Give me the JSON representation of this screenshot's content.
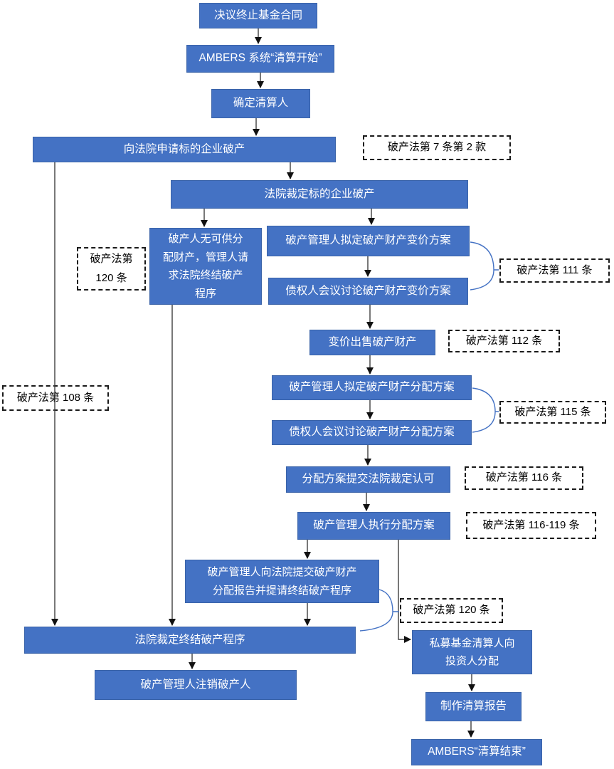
{
  "colors": {
    "node_fill": "#4472C4",
    "node_border": "#3a63a8",
    "node_text": "#ffffff",
    "ref_border": "#1a1a1a",
    "ref_text": "#000000",
    "connector": "#3f3f3f",
    "brace": "#4472C4",
    "background": "#ffffff"
  },
  "nodes": {
    "n1": {
      "label": "决议终止基金合同"
    },
    "n2": {
      "label": "AMBERS 系统“清算开始”"
    },
    "n3": {
      "label": "确定清算人"
    },
    "n4": {
      "label": "向法院申请标的企业破产"
    },
    "n5": {
      "label": "法院裁定标的企业破产"
    },
    "n6": {
      "label": "破产人无可供分\n配财产，管理人请\n求法院终结破产\n程序"
    },
    "n7": {
      "label": "破产管理人拟定破产财产变价方案"
    },
    "n8": {
      "label": "债权人会议讨论破产财产变价方案"
    },
    "n9": {
      "label": "变价出售破产财产"
    },
    "n10": {
      "label": "破产管理人拟定破产财产分配方案"
    },
    "n11": {
      "label": "债权人会议讨论破产财产分配方案"
    },
    "n12": {
      "label": "分配方案提交法院裁定认可"
    },
    "n13": {
      "label": "破产管理人执行分配方案"
    },
    "n14": {
      "label": "破产管理人向法院提交破产财产\n分配报告并提请终结破产程序"
    },
    "n15": {
      "label": "法院裁定终结破产程序"
    },
    "n16": {
      "label": "破产管理人注销破产人"
    },
    "n17": {
      "label": "私募基金清算人向\n投资人分配"
    },
    "n18": {
      "label": "制作清算报告"
    },
    "n19": {
      "label": "AMBERS“清算结束”"
    }
  },
  "refs": {
    "d1": {
      "label": "破产法第 7 条第 2 款"
    },
    "d2": {
      "label": "破产法第\n120 条"
    },
    "d3": {
      "label": "破产法第 111 条"
    },
    "d4": {
      "label": "破产法第 112 条"
    },
    "d5": {
      "label": "破产法第 115 条"
    },
    "d6": {
      "label": "破产法第 116 条"
    },
    "d7": {
      "label": "破产法第 116-119 条"
    },
    "d8": {
      "label": "破产法第 120 条"
    },
    "d9": {
      "label": "破产法第 108 条"
    }
  },
  "edges": [
    {
      "from": "n1",
      "to": "n2"
    },
    {
      "from": "n2",
      "to": "n3"
    },
    {
      "from": "n3",
      "to": "n4"
    },
    {
      "from": "n4",
      "to": "n5"
    },
    {
      "from": "n4",
      "to": "n15"
    },
    {
      "from": "n5",
      "to": "n6"
    },
    {
      "from": "n5",
      "to": "n7"
    },
    {
      "from": "n6",
      "to": "n15"
    },
    {
      "from": "n7",
      "to": "n8"
    },
    {
      "from": "n8",
      "to": "n9"
    },
    {
      "from": "n9",
      "to": "n10"
    },
    {
      "from": "n10",
      "to": "n11"
    },
    {
      "from": "n11",
      "to": "n12"
    },
    {
      "from": "n12",
      "to": "n13"
    },
    {
      "from": "n13",
      "to": "n14"
    },
    {
      "from": "n13",
      "to": "n17"
    },
    {
      "from": "n14",
      "to": "n15"
    },
    {
      "from": "n15",
      "to": "n16"
    },
    {
      "from": "n17",
      "to": "n18"
    },
    {
      "from": "n18",
      "to": "n19"
    }
  ],
  "ref_links": [
    {
      "ref": "d1",
      "nodes": [
        "n4"
      ]
    },
    {
      "ref": "d2",
      "nodes": [
        "n6"
      ]
    },
    {
      "ref": "d3",
      "nodes": [
        "n7",
        "n8"
      ]
    },
    {
      "ref": "d4",
      "nodes": [
        "n9"
      ]
    },
    {
      "ref": "d5",
      "nodes": [
        "n10",
        "n11"
      ]
    },
    {
      "ref": "d6",
      "nodes": [
        "n12"
      ]
    },
    {
      "ref": "d7",
      "nodes": [
        "n13"
      ]
    },
    {
      "ref": "d8",
      "nodes": [
        "n14",
        "n15"
      ]
    },
    {
      "ref": "d9",
      "nodes": [
        "n4"
      ]
    }
  ]
}
